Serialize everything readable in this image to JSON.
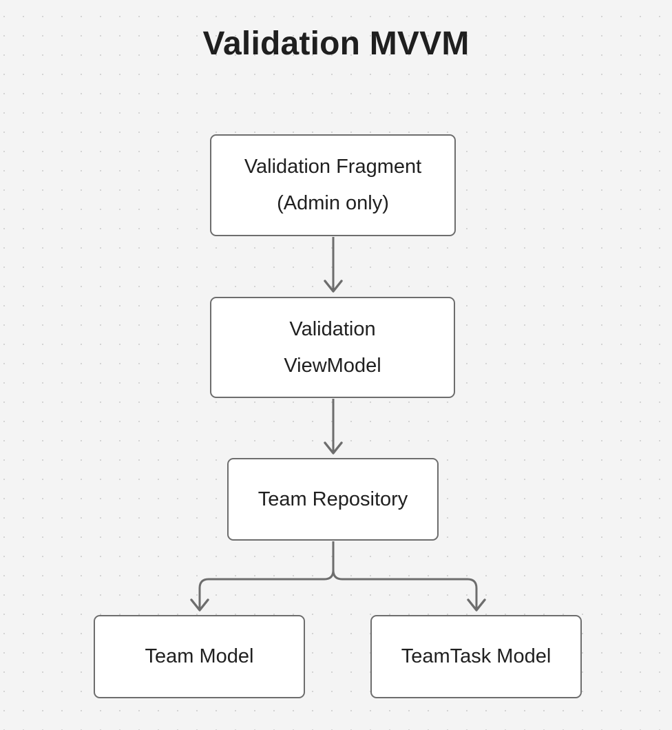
{
  "diagram": {
    "title": "Validation MVVM",
    "type": "flowchart",
    "background_color": "#f4f4f4",
    "grid_dot_color": "#d3d3d3",
    "node_fill_color": "#ffffff",
    "node_border_color": "#6d6d6d",
    "text_color": "#202020",
    "connector_color": "#6d6d6d",
    "nodes": [
      {
        "id": "validation-fragment",
        "line1": "Validation Fragment",
        "line2": "(Admin only)"
      },
      {
        "id": "validation-viewmodel",
        "line1": "Validation",
        "line2": "ViewModel"
      },
      {
        "id": "team-repository",
        "line1": "Team Repository",
        "line2": ""
      },
      {
        "id": "team-model",
        "line1": "Team Model",
        "line2": ""
      },
      {
        "id": "teamtask-model",
        "line1": "TeamTask Model",
        "line2": ""
      }
    ],
    "edges": [
      {
        "from": "validation-fragment",
        "to": "validation-viewmodel",
        "style": "straight-arrow"
      },
      {
        "from": "validation-viewmodel",
        "to": "team-repository",
        "style": "straight-arrow"
      },
      {
        "from": "team-repository",
        "to": "team-model",
        "style": "branch-arrow"
      },
      {
        "from": "team-repository",
        "to": "teamtask-model",
        "style": "branch-arrow"
      }
    ]
  }
}
